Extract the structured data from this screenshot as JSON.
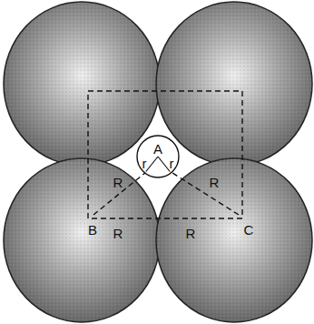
{
  "diagram": {
    "nodes": [
      {
        "text": [
          "A"
        ]
      }
    ],
    "labels": [
      "r",
      "r",
      "R",
      "R",
      "B",
      "R",
      "R",
      "C"
    ]
  }
}
